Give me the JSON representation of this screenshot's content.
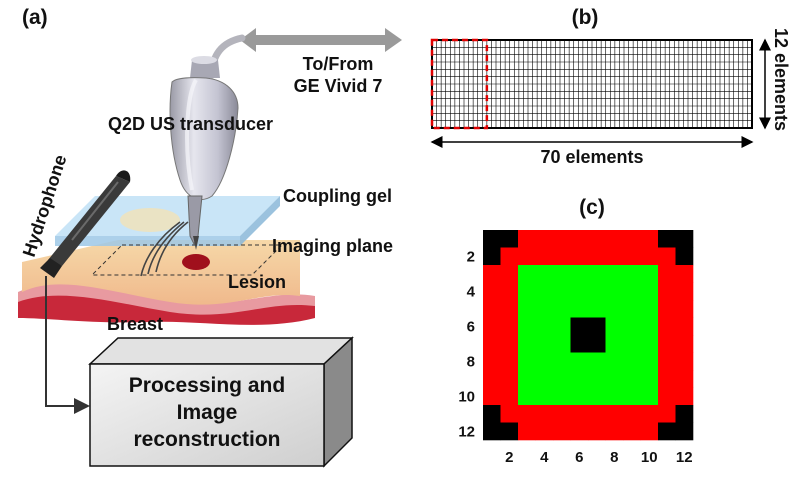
{
  "panels": {
    "a": "(a)",
    "b": "(b)",
    "c": "(c)"
  },
  "panel_a": {
    "link_line1": "To/From",
    "link_line2": "GE Vivid 7",
    "transducer": "Q2D US transducer",
    "coupling_gel": "Coupling gel",
    "imaging_plane": "Imaging plane",
    "lesion": "Lesion",
    "hydrophone": "Hydrophone",
    "breast": "Breast",
    "processing_line1": "Processing and",
    "processing_line2": "Image",
    "processing_line3": "reconstruction"
  },
  "panel_b": {
    "columns": 70,
    "rows": 12,
    "width_label": "70 elements",
    "height_label": "12 elements",
    "highlight_columns": 12
  },
  "panel_c": {
    "x_ticks": [
      "2",
      "4",
      "6",
      "8",
      "10",
      "12"
    ],
    "y_ticks": [
      "2",
      "4",
      "6",
      "8",
      "10",
      "12"
    ],
    "colors": {
      "black": "#000000",
      "red": "#ff0000",
      "green": "#00ff00"
    },
    "grid": [
      "BBRRRRRRRRBB",
      "BRRRRRRRRRRB",
      "RRGGGGGGGGRR",
      "RRGGGGGGGGRR",
      "RRGGGGGGGGRR",
      "RRGGGBBGGGRR",
      "RRGGGBBGGGRR",
      "RRGGGGGGGGRR",
      "RRGGGGGGGGRR",
      "RRGGGGGGGGRR",
      "BRRRRRRRRRRB",
      "BBRRRRRRRRBB"
    ]
  }
}
